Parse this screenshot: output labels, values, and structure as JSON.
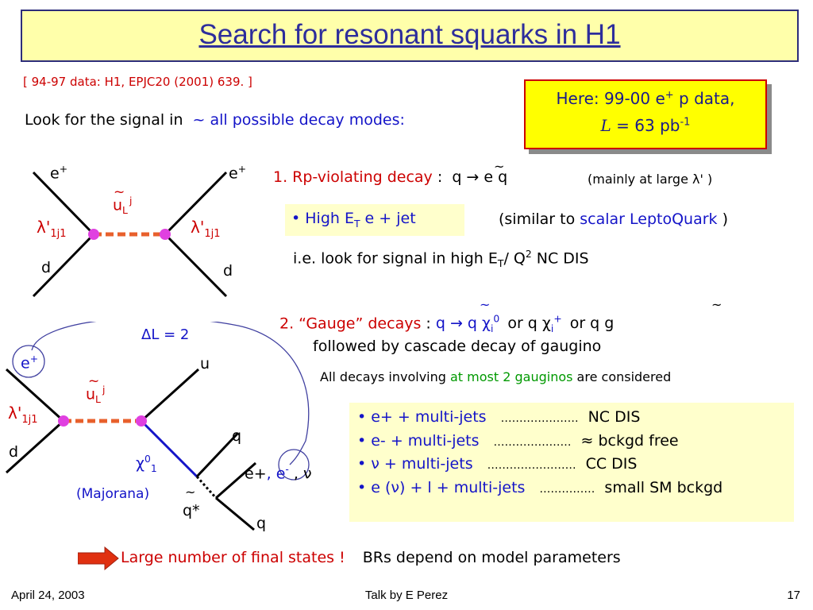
{
  "title": "Search for resonant squarks in H1",
  "reference": "[ 94-97 data:  H1, EPJC20 (2001) 639. ]",
  "intro": {
    "prefix": "Look for the signal in",
    "highlight": "~ all possible decay modes:"
  },
  "here_box": {
    "line1_a": "Here: 99-00 e",
    "line1_sup": "+",
    "line1_b": " p data,",
    "line2_sym": "L",
    "line2_a": " = 63 pb",
    "line2_sup": "-1"
  },
  "diagram1": {
    "e_left": "e",
    "e_left_sup": "+",
    "e_right": "e",
    "e_right_sup": "+",
    "squark": "u",
    "squark_sub": "L",
    "squark_sup": "j",
    "tilde": "~",
    "lambda_left": "λ'",
    "lambda_left_sub": "1j1",
    "lambda_right": "λ'",
    "lambda_right_sub": "1j1",
    "d_left": "d",
    "d_right": "d"
  },
  "decay1": {
    "label": "1.  Rp-violating decay",
    "colon": " :",
    "process": "q → e q",
    "note": "(mainly at large λ' )",
    "bullet": "• High E",
    "bullet_sub": "T",
    "bullet_rest": " e + jet",
    "similar_prefix": "(similar to ",
    "similar_highlight": "scalar LeptoQuark",
    "similar_suffix": " )",
    "ie_a": "i.e. look for signal in high E",
    "ie_sub": "T",
    "ie_b": "/ Q",
    "ie_sup": "2",
    "ie_c": " NC DIS"
  },
  "decay2": {
    "label": "2.  “Gauge” decays",
    "colon": " : ",
    "process": "q → q χ",
    "chi1_sub": "i",
    "chi1_sup": "0",
    "or1": "  or  q χ",
    "chi2_sub": "i",
    "chi2_sup": "+",
    "or2": "  or q g",
    "followed": "followed by cascade decay of gaugino",
    "all_prefix": "All decays involving ",
    "all_highlight": "at most 2 gauginos",
    "all_suffix": " are considered"
  },
  "final_states": [
    {
      "left": "• e+ + multi-jets",
      "dots": "…………………",
      "right": "NC DIS"
    },
    {
      "left": "• e- + multi-jets",
      "dots": "…………………",
      "right": "≈ bckgd free"
    },
    {
      "left": "• ν + multi-jets",
      "dots": "……………………",
      "right": "CC DIS"
    },
    {
      "left": "• e (ν) + l + multi-jets",
      "dots": "……………",
      "right": "small SM bckgd"
    }
  ],
  "diagram2": {
    "delta_l": "ΔL = 2",
    "e_plus": "e",
    "e_plus_sup": "+",
    "u_out": "u",
    "squark": "u",
    "squark_sub": "L",
    "squark_sup": "j",
    "tilde": "~",
    "lambda": "λ'",
    "lambda_sub": "1j1",
    "d": "d",
    "q_upper": "q",
    "chi": "χ",
    "chi_sup": "0",
    "chi_sub": "1",
    "majorana": "(Majorana)",
    "qstar_tilde": "~",
    "qstar": "q*",
    "leptons_a": "e+",
    "leptons_b": ", e",
    "leptons_b_sup": "-",
    "leptons_c": " , ν",
    "q_lower": "q"
  },
  "conclusion": {
    "highlight": "Large number of final states !",
    "rest": "BRs depend on model parameters"
  },
  "footer": {
    "date": "April 24, 2003",
    "talk": "Talk by E Perez",
    "page": "17"
  },
  "colors": {
    "title": "#2d2d9c",
    "accent_blue": "#1414c8",
    "accent_red": "#cc0000",
    "accent_green": "#009900",
    "vertex_magenta": "#e040e0",
    "squark_line": "#e8602c",
    "arrow": "#e03010"
  }
}
